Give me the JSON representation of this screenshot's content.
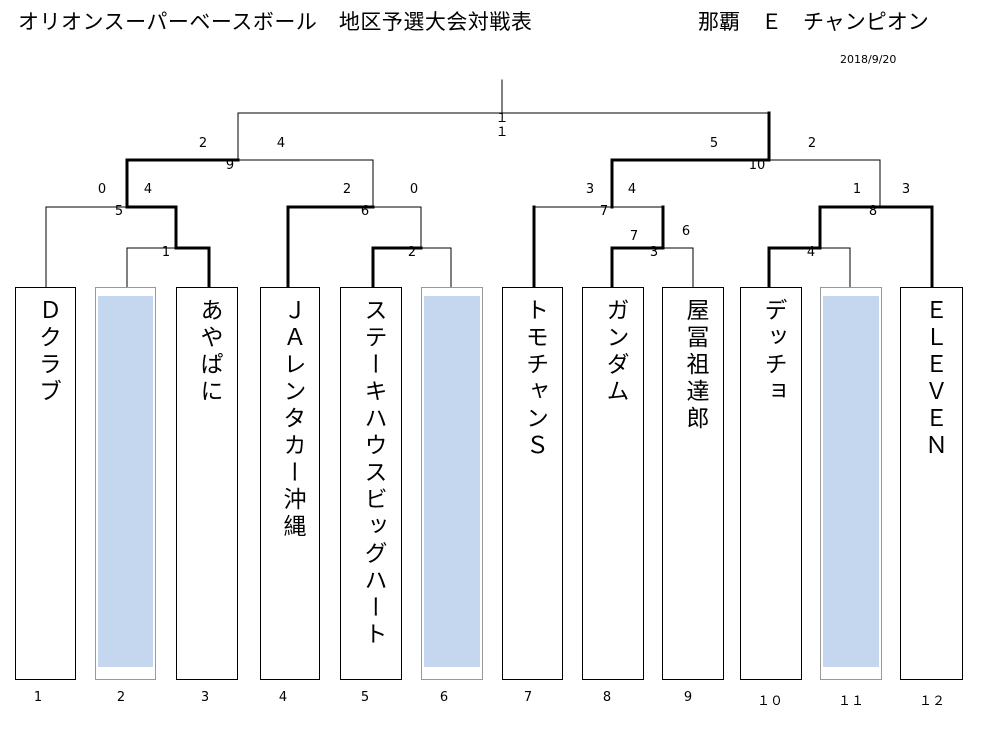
{
  "header": {
    "title": "オリオンスーパーベースボール　地区予選大会対戦表",
    "subtitle": "那覇　Ｅ　チャンピオン",
    "date": "2018/9/20"
  },
  "teams": [
    {
      "seed": "1",
      "name": "Ｄクラブ",
      "bye": false
    },
    {
      "seed": "2",
      "name": "",
      "bye": true
    },
    {
      "seed": "3",
      "name": "あやぱに",
      "bye": false
    },
    {
      "seed": "4",
      "name": "ＪＡレンタカー沖縄",
      "bye": false
    },
    {
      "seed": "5",
      "name": "ステーキハウスビッグハート",
      "bye": false
    },
    {
      "seed": "6",
      "name": "",
      "bye": true
    },
    {
      "seed": "7",
      "name": "トモチャンＳ",
      "bye": false
    },
    {
      "seed": "8",
      "name": "ガンダム",
      "bye": false
    },
    {
      "seed": "9",
      "name": "屋冨祖達郎",
      "bye": false
    },
    {
      "seed": "１０",
      "name": "デッチョ",
      "bye": false
    },
    {
      "seed": "１１",
      "name": "",
      "bye": true
    },
    {
      "seed": "１２",
      "name": "ＥＬＥＶＥＮ",
      "bye": false
    }
  ],
  "matches": [
    {
      "match_no": "1",
      "left_score": "",
      "right_score": ""
    },
    {
      "match_no": "2",
      "left_score": "",
      "right_score": ""
    },
    {
      "match_no": "3",
      "left_score": "",
      "right_score": "6"
    },
    {
      "match_no": "4",
      "left_score": "",
      "right_score": ""
    },
    {
      "match_no": "5",
      "left_score": "0",
      "right_score": "4"
    },
    {
      "match_no": "6",
      "left_score": "2",
      "right_score": "0"
    },
    {
      "match_no": "7",
      "left_score": "3",
      "right_score": "4"
    },
    {
      "match_no": "8",
      "left_score": "1",
      "right_score": "3"
    },
    {
      "match_no": "9",
      "left_score": "2",
      "right_score": "4"
    },
    {
      "match_no": "10",
      "left_score": "5",
      "right_score": "2"
    },
    {
      "match_no": "１１",
      "left_score": "",
      "right_score": ""
    }
  ],
  "extra_scores": [
    {
      "value": "7"
    }
  ],
  "colors": {
    "line": "#000000",
    "bye_fill": "#c5d7ee"
  }
}
